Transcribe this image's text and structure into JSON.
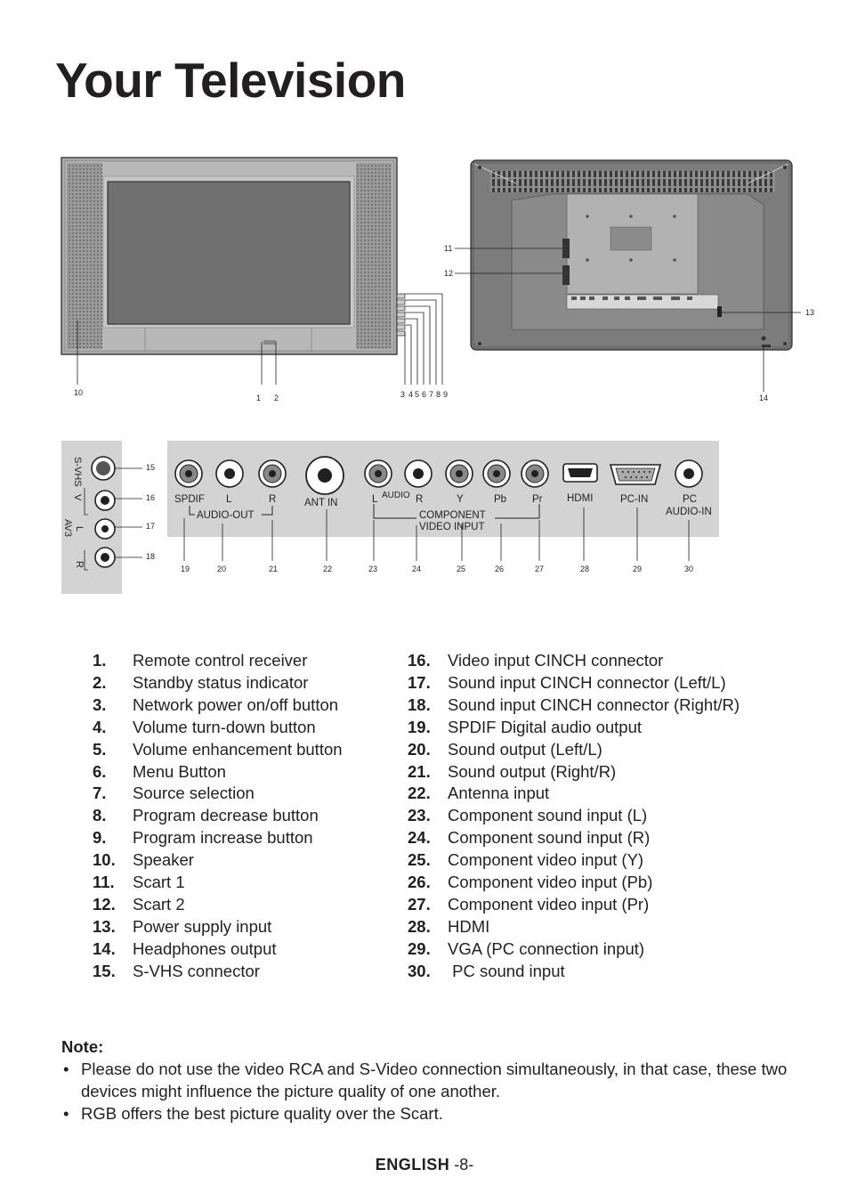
{
  "title": "Your Television",
  "tv_front_callouts": [
    "10",
    "1",
    "2",
    "3",
    "4",
    "5",
    "6",
    "7",
    "8",
    "9"
  ],
  "tv_back_callouts": [
    "11",
    "12",
    "13",
    "14"
  ],
  "panel": {
    "side_labels": {
      "svhs": "S-VHS",
      "v": "V",
      "l": "L",
      "av3": "AV3",
      "r": "R"
    },
    "side_callouts": [
      "15",
      "16",
      "17",
      "18"
    ],
    "labels": {
      "spdif": "SPDIF",
      "l": "L",
      "r": "R",
      "audio_out": "AUDIO-OUT",
      "ant_in": "ANT IN",
      "audio_l": "L",
      "audio": "AUDIO",
      "audio_r": "R",
      "y": "Y",
      "pb": "Pb",
      "pr": "Pr",
      "component_1": "COMPONENT",
      "component_2": "VIDEO INPUT",
      "hdmi": "HDMI",
      "pc_in": "PC-IN",
      "pc_audio_1": "PC",
      "pc_audio_2": "AUDIO-IN"
    },
    "bottom_callouts": [
      "19",
      "20",
      "21",
      "22",
      "23",
      "24",
      "25",
      "26",
      "27",
      "28",
      "29",
      "30"
    ]
  },
  "items_left": [
    {
      "num": "1.",
      "text": "Remote control receiver"
    },
    {
      "num": "2.",
      "text": "Standby status indicator"
    },
    {
      "num": "3.",
      "text": "Network power on/off button"
    },
    {
      "num": "4.",
      "text": "Volume turn-down button"
    },
    {
      "num": "5.",
      "text": "Volume enhancement button"
    },
    {
      "num": "6.",
      "text": "Menu Button"
    },
    {
      "num": "7.",
      "text": "Source selection"
    },
    {
      "num": "8.",
      "text": "Program decrease button"
    },
    {
      "num": "9.",
      "text": "Program increase button"
    },
    {
      "num": "10.",
      "text": "Speaker"
    },
    {
      "num": "11.",
      "text": "Scart 1"
    },
    {
      "num": "12.",
      "text": "Scart 2"
    },
    {
      "num": "13.",
      "text": "Power supply input"
    },
    {
      "num": "14.",
      "text": "Headphones output"
    },
    {
      "num": "15.",
      "text": "S-VHS connector"
    }
  ],
  "items_right": [
    {
      "num": "16.",
      "text": "Video input CINCH connector"
    },
    {
      "num": "17.",
      "text": "Sound input CINCH connector (Left/L)"
    },
    {
      "num": "18.",
      "text": "Sound input CINCH connector (Right/R)"
    },
    {
      "num": "19.",
      "text": "SPDIF Digital audio output"
    },
    {
      "num": "20.",
      "text": "Sound output (Left/L)"
    },
    {
      "num": "21.",
      "text": "Sound output (Right/R)"
    },
    {
      "num": "22.",
      "text": "Antenna input"
    },
    {
      "num": "23.",
      "text": "Component sound input (L)"
    },
    {
      "num": "24.",
      "text": "Component sound input (R)"
    },
    {
      "num": "25.",
      "text": "Component video input (Y)"
    },
    {
      "num": "26.",
      "text": "Component video input (Pb)"
    },
    {
      "num": "27.",
      "text": "Component video input (Pr)"
    },
    {
      "num": "28.",
      "text": "HDMI"
    },
    {
      "num": "29.",
      "text": "VGA (PC connection input)"
    },
    {
      "num": "30.",
      "text": " PC sound input"
    }
  ],
  "note": {
    "title": "Note:",
    "bullets": [
      "Please do not use the video RCA and S-Video connection simultaneously, in that case, these two devices might influence the picture quality of one another.",
      "RGB offers the best picture quality over the Scart."
    ]
  },
  "footer": {
    "language": "ENGLISH",
    "page": " -8-"
  }
}
